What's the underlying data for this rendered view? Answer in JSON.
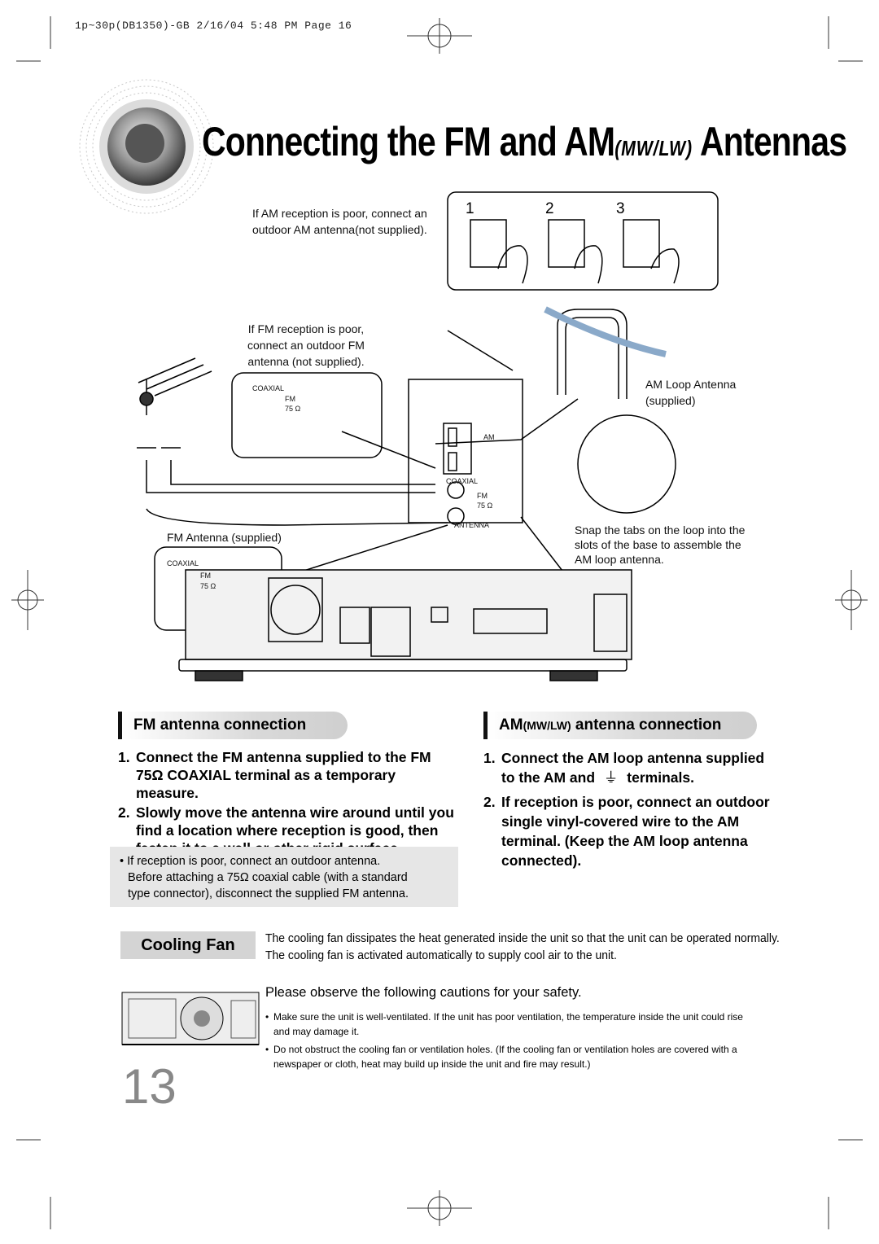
{
  "print_header": "1p~30p(DB1350)-GB  2/16/04 5:48 PM  Page 16",
  "title": {
    "main": "Connecting the FM and AM",
    "paren": "(MW/LW)",
    "end": "Antennas"
  },
  "diagram": {
    "am_outdoor_note": [
      "If AM reception is poor, connect an",
      "outdoor AM antenna(not supplied)."
    ],
    "step_numbers": [
      "1",
      "2",
      "3"
    ],
    "fm_outdoor_note": [
      "If FM reception is poor,",
      "connect an outdoor FM",
      "antenna  (not supplied)."
    ],
    "am_loop_label": [
      "AM Loop Antenna",
      "(supplied)"
    ],
    "fm_antenna_label": "FM Antenna (supplied)",
    "snap_note": [
      "Snap the tabs on the loop into the",
      "slots of the base to assemble the",
      "AM loop antenna."
    ],
    "coaxial": "COAXIAL",
    "fm": "FM",
    "ohm75": "75 Ω",
    "am": "AM",
    "antenna": "ANTENNA"
  },
  "fm_section": {
    "heading": "FM antenna connection",
    "steps": [
      {
        "num": "1.",
        "text": "Connect the FM antenna supplied to the FM 75Ω COAXIAL terminal as a temporary measure."
      },
      {
        "num": "2.",
        "text": "Slowly move the antenna wire around until you find a location where reception is good, then fasten it to a wall or other rigid surface."
      }
    ],
    "note_lines": [
      "• If reception is poor, connect an outdoor antenna.",
      "Before attaching a 75Ω coaxial cable (with a standard",
      "type connector), disconnect the supplied FM antenna."
    ]
  },
  "am_section": {
    "heading_prefix": "AM",
    "heading_paren": "(MW/LW)",
    "heading_suffix": " antenna connection",
    "step1_a": "Connect the AM loop antenna supplied",
    "step1_b": "to the AM and",
    "step1_c": "terminals.",
    "step2": "If reception is poor, connect an outdoor single vinyl-covered wire to the AM terminal. (Keep the AM loop antenna connected).",
    "num1": "1.",
    "num2": "2."
  },
  "cooling": {
    "heading": "Cooling Fan",
    "intro": "The cooling fan dissipates the heat generated inside the unit so that the unit can be operated normally. The cooling fan is activated automatically to supply cool air to the unit.",
    "caution_title": "Please observe the following cautions for your safety.",
    "bullets": [
      "Make sure the unit is well-ventilated. If the unit has poor ventilation, the temperature inside the unit could rise and may damage it.",
      "Do not obstruct the cooling fan or ventilation holes. (If the cooling fan or ventilation holes are covered with a newspaper or cloth, heat may build up inside the unit and fire may result.)"
    ]
  },
  "page_number": "13"
}
